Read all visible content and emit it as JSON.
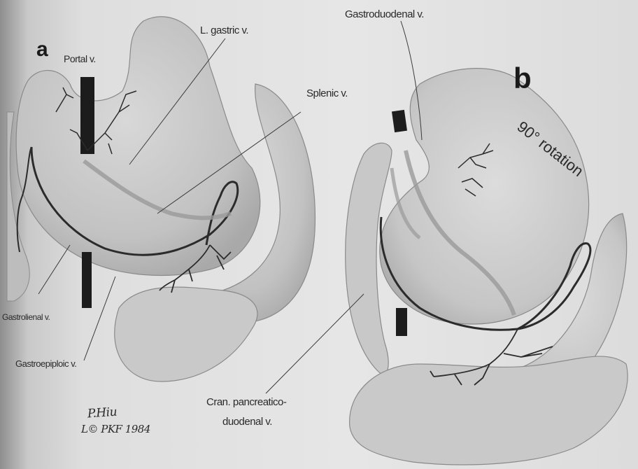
{
  "panels": [
    {
      "letter": "a"
    },
    {
      "letter": "b",
      "annotation": "90° rotation"
    }
  ],
  "labels": {
    "portal": "Portal v.",
    "l_gastric": "L. gastric v.",
    "splenic": "Splenic v.",
    "gastrolienal": "Gastrolienal v.",
    "gastroepiploic": "Gastroepiploic v.",
    "gastroduodenal": "Gastroduodenal v.",
    "cran_pancreatico_line1": "Cran. pancreatico-",
    "cran_pancreatico_line2": "duodenal v."
  },
  "signature": {
    "line1": "P.Hiu",
    "line2": "L© PKF 1984"
  },
  "colors": {
    "organ_fill": "#c4c4c4",
    "organ_stroke": "#8a8a8a",
    "vein": "#2b2b2b",
    "portal_vein": "#1c1c1c",
    "leader": "#3a3a3a"
  }
}
